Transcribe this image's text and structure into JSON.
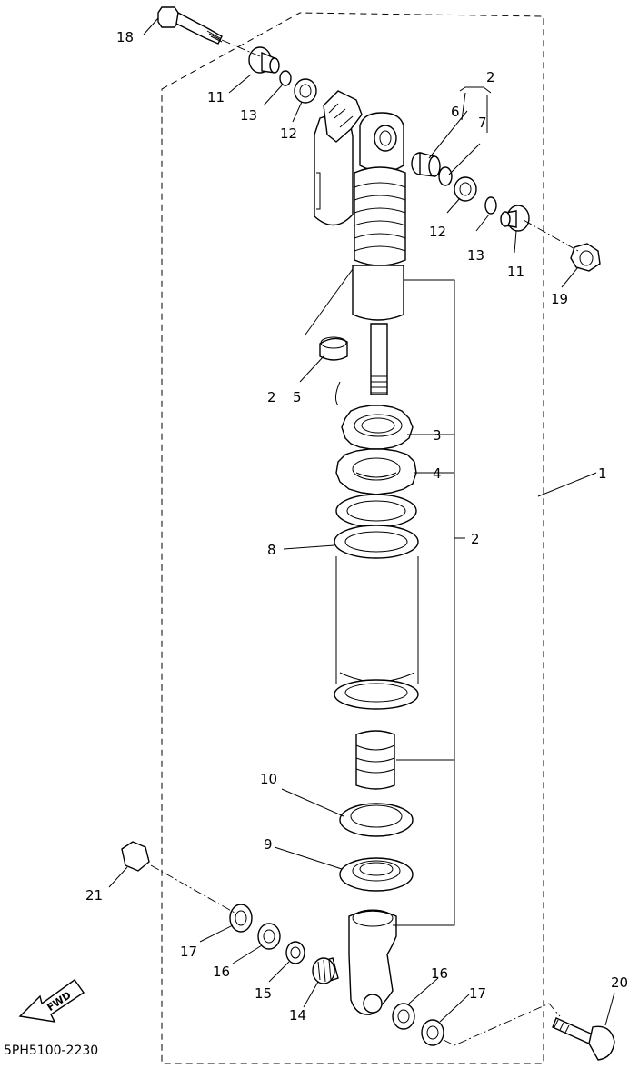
{
  "diagram": {
    "drawing_code": "5PH5100-2230",
    "fwd_label": "FWD",
    "callouts": {
      "c1": "1",
      "c2_top": "2",
      "c2_mid": "2",
      "c2_left": "2",
      "c3": "3",
      "c4": "4",
      "c5": "5",
      "c6": "6",
      "c7": "7",
      "c8": "8",
      "c9": "9",
      "c10": "10",
      "c11_left": "11",
      "c11_right": "11",
      "c12_left": "12",
      "c12_right": "12",
      "c13_left": "13",
      "c13_right": "13",
      "c14": "14",
      "c15": "15",
      "c16_left": "16",
      "c16_right": "16",
      "c17_left": "17",
      "c17_right": "17",
      "c18": "18",
      "c19": "19",
      "c20": "20",
      "c21": "21"
    }
  }
}
